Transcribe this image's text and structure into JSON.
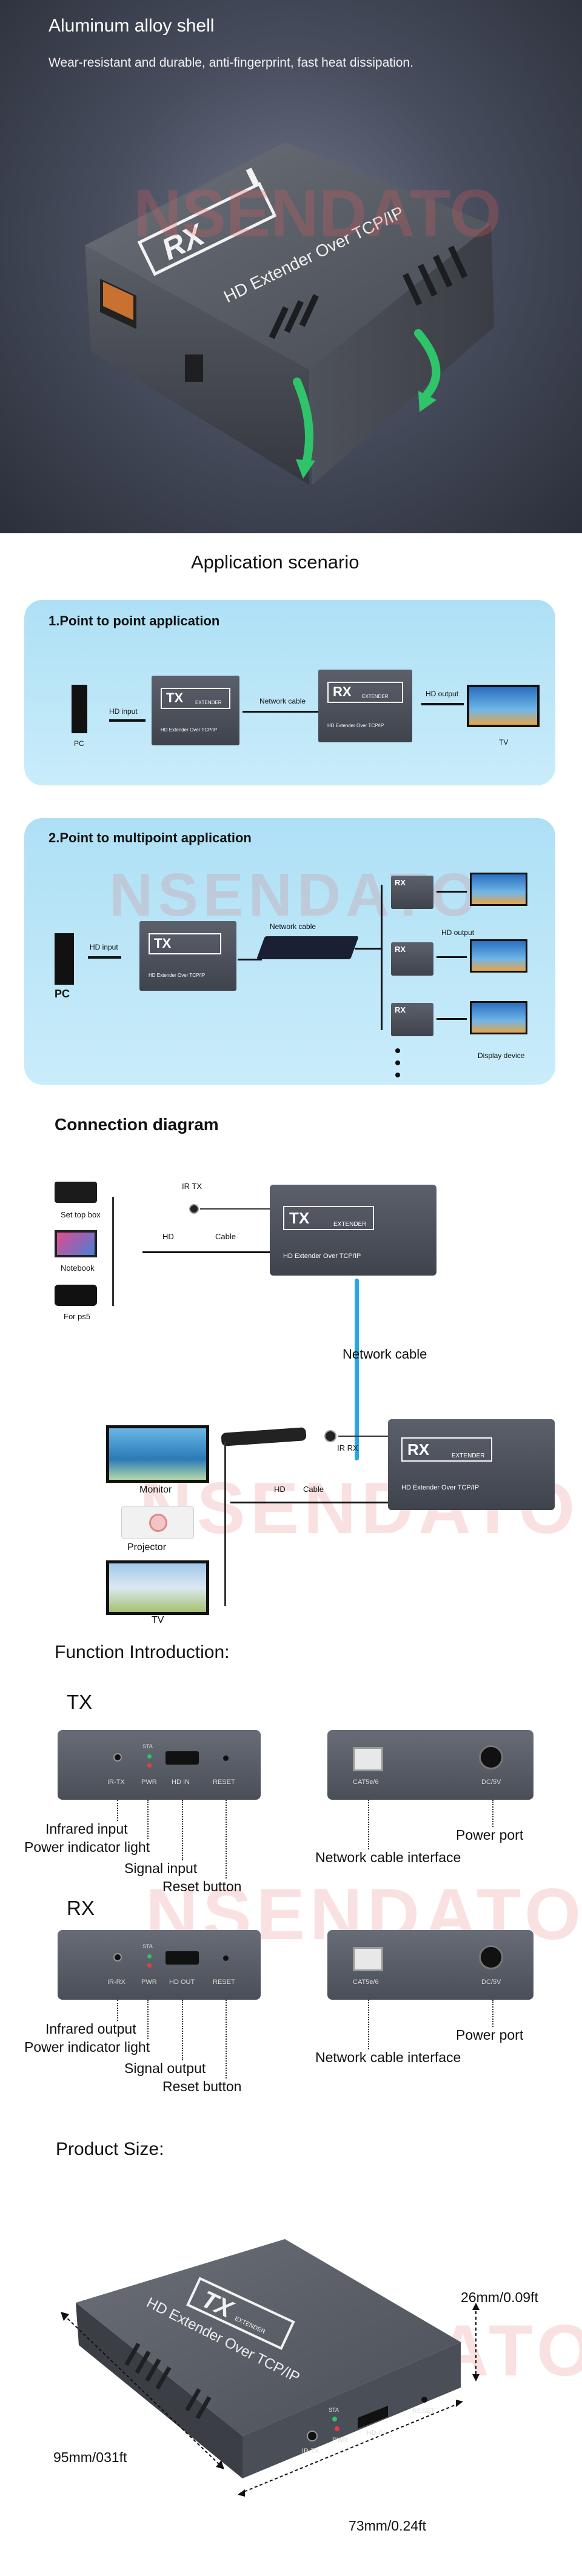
{
  "hero": {
    "title": "Aluminum alloy shell",
    "subtitle": "Wear-resistant and durable, anti-fingerprint, fast heat dissipation.",
    "device_logo": "RX",
    "device_text": "HD Extender Over TCP/IP",
    "watermark": "NSENDATO"
  },
  "application": {
    "title": "Application scenario",
    "p2p": {
      "heading": "1.Point to point application",
      "pc": "PC",
      "hd_input": "HD input",
      "tx_logo": "TX",
      "tx_sub": "EXTENDER",
      "tx_caption": "HD Extender Over TCP/IP",
      "network_cable": "Network cable",
      "rx_logo": "RX",
      "rx_sub": "EXTENDER",
      "rx_caption": "HD Extender Over TCP/IP",
      "hd_output": "HD output",
      "tv": "TV"
    },
    "p2mp": {
      "heading": "2.Point to multipoint application",
      "pc": "PC",
      "hd_input": "HD input",
      "tx_logo": "TX",
      "tx_caption": "HD Extender Over TCP/IP",
      "network_cable": "Network cable",
      "rx_logo": "RX",
      "hd_output": "HD output",
      "display_device": "Display device",
      "watermark": "NSENDATO"
    }
  },
  "connection": {
    "title": "Connection diagram",
    "set_top_box": "Set top box",
    "notebook": "Notebook",
    "for_ps5": "For ps5",
    "ir_tx": "IR TX",
    "hd": "HD",
    "cable": "Cable",
    "tx_logo": "TX",
    "tx_sub": "EXTENDER",
    "tx_caption": "HD Extender Over TCP/IP",
    "network_cable": "Network cable",
    "ir_rx": "IR RX",
    "rx_logo": "RX",
    "rx_sub": "EXTENDER",
    "rx_caption": "HD Extender Over TCP/IP",
    "hd2": "HD",
    "cable2": "Cable",
    "monitor": "Monitor",
    "projector": "Projector",
    "tv": "TV",
    "watermark": "NSENDATO"
  },
  "function": {
    "title": "Function Introduction:",
    "tx": {
      "label": "TX",
      "ports": {
        "ir": "IR-TX",
        "sta": "STA",
        "pwr": "PWR",
        "hd": "HD IN",
        "reset": "RESET",
        "cat": "CAT5e/6",
        "dc": "DC/5V"
      },
      "callouts": {
        "infrared": "Infrared input",
        "power_light": "Power indicator light",
        "signal": "Signal input",
        "reset": "Reset button",
        "network": "Network cable interface",
        "power_port": "Power port"
      }
    },
    "rx": {
      "label": "RX",
      "ports": {
        "ir": "IR-RX",
        "sta": "STA",
        "pwr": "PWR",
        "hd": "HD OUT",
        "reset": "RESET",
        "cat": "CAT5e/6",
        "dc": "DC/5V"
      },
      "callouts": {
        "infrared": "Infrared output",
        "power_light": "Power indicator light",
        "signal": "Signal output",
        "reset": "Reset button",
        "network": "Network cable interface",
        "power_port": "Power port"
      }
    },
    "watermark": "NSENDATO"
  },
  "size": {
    "title": "Product Size:",
    "device_logo": "TX",
    "device_sub": "EXTENDER",
    "device_text": "HD Extender Over TCP/IP",
    "ports": {
      "ir": "IR-TX",
      "sta": "STA",
      "pwr": "PWR",
      "hd": "HD IN",
      "reset": "RESET"
    },
    "height": "26mm/0.09ft",
    "length": "95mm/031ft",
    "width": "73mm/0.24ft",
    "watermark": "NSENDATO"
  },
  "colors": {
    "panel_blue": "#aee0f5",
    "device_gray": "#4d515a",
    "arrow_green": "#2fc46a",
    "cable_blue": "#2aa7e0",
    "watermark_red": "#e65a5a"
  }
}
